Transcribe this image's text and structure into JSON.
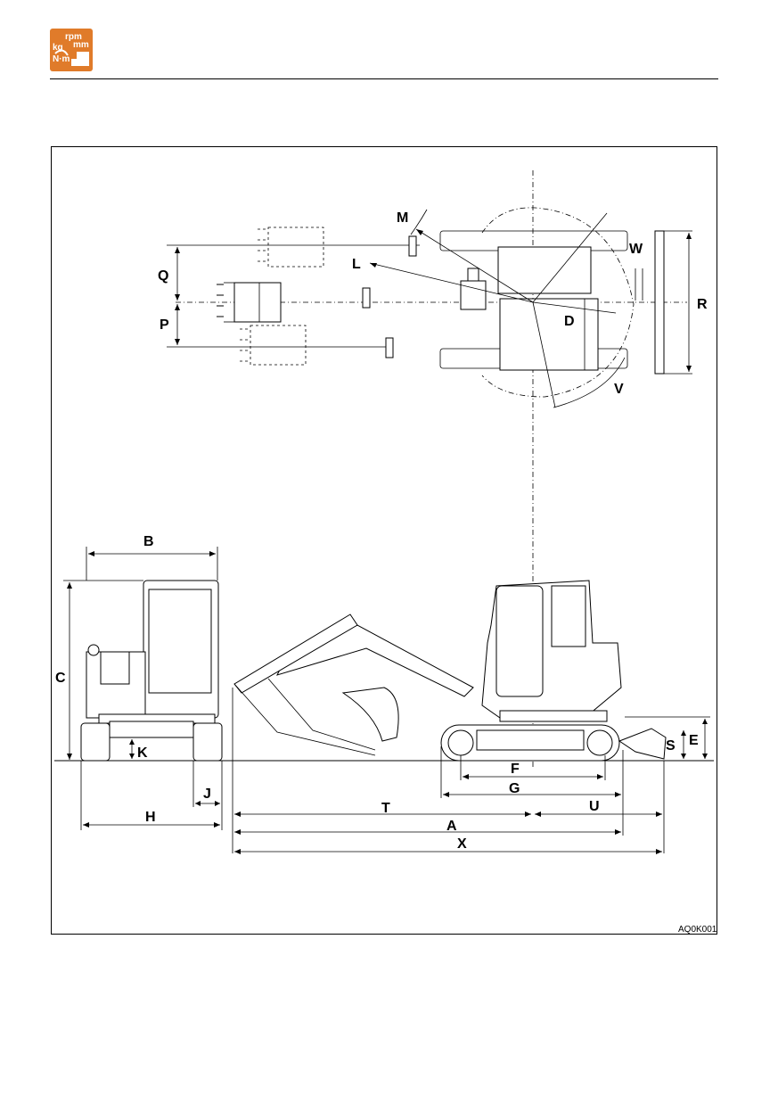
{
  "header": {
    "icon_name": "units-of-measure-icon",
    "icon_text": {
      "rpm": "rpm",
      "mm": "mm",
      "kg": "kg",
      "nm": "N·m"
    },
    "icon_color": "#e07b2a"
  },
  "figure": {
    "code": "AQ0K001",
    "labels": {
      "A": "A",
      "B": "B",
      "C": "C",
      "D": "D",
      "E": "E",
      "F": "F",
      "G": "G",
      "H": "H",
      "J": "J",
      "K": "K",
      "L": "L",
      "M": "M",
      "P": "P",
      "Q": "Q",
      "R": "R",
      "S": "S",
      "T": "T",
      "U": "U",
      "V": "V",
      "W": "W",
      "X": "X"
    }
  }
}
